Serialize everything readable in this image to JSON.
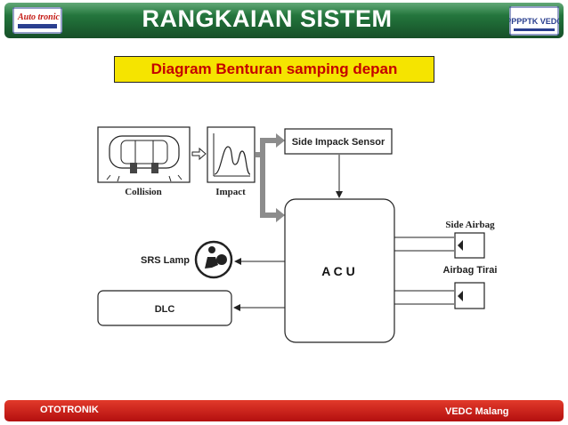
{
  "header": {
    "title": "RANGKAIAN SISTEM",
    "logo_left_text": "Auto tronic",
    "logo_right_text": "PPPPTK VEDC"
  },
  "subtitle": "Diagram Benturan samping depan",
  "diagram": {
    "collision_label": "Collision",
    "impact_label": "Impact",
    "sensor_label": "Side Impack Sensor",
    "acu_label": "A C U",
    "srs_lamp_label": "SRS Lamp",
    "dlc_label": "DLC",
    "side_airbag_label": "Side Airbag",
    "airbag_tirai_label": "Airbag Tirai"
  },
  "footer": {
    "left": "OTOTRONIK",
    "right": "VEDC Malang"
  },
  "colors": {
    "header_green": "#1f6a36",
    "subtitle_bg": "#f5e400",
    "subtitle_text": "#c40000",
    "footer_red": "#c41a14"
  }
}
